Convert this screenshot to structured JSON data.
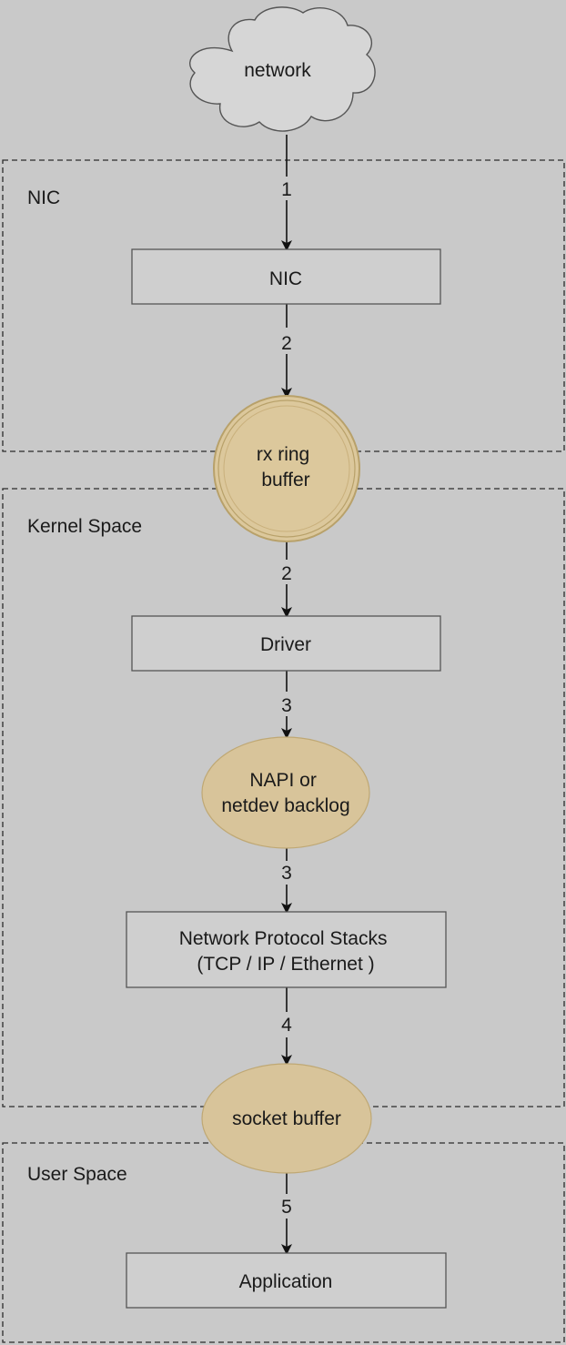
{
  "regions": {
    "nic": "NIC",
    "kernel": "Kernel Space",
    "user": "User Space"
  },
  "nodes": {
    "network": "network",
    "nic": "NIC",
    "rx_ring_buffer": [
      "rx ring",
      "buffer"
    ],
    "driver": "Driver",
    "napi": [
      "NAPI or",
      "netdev backlog"
    ],
    "protocol_stacks": [
      "Network Protocol Stacks",
      "(TCP / IP / Ethernet )"
    ],
    "socket_buffer": "socket buffer",
    "application": "Application"
  },
  "steps": {
    "network_to_nic": "1",
    "nic_to_rx": "2",
    "rx_to_driver": "2",
    "driver_to_napi": "3",
    "napi_to_stacks": "3",
    "stacks_to_socket": "4",
    "socket_to_app": "5"
  },
  "colors": {
    "background": "#c9c9c9",
    "buffer_fill": "#d8c49a",
    "rx_ring_fill": "#dcc89c",
    "box_fill": "#cfcfcf"
  }
}
